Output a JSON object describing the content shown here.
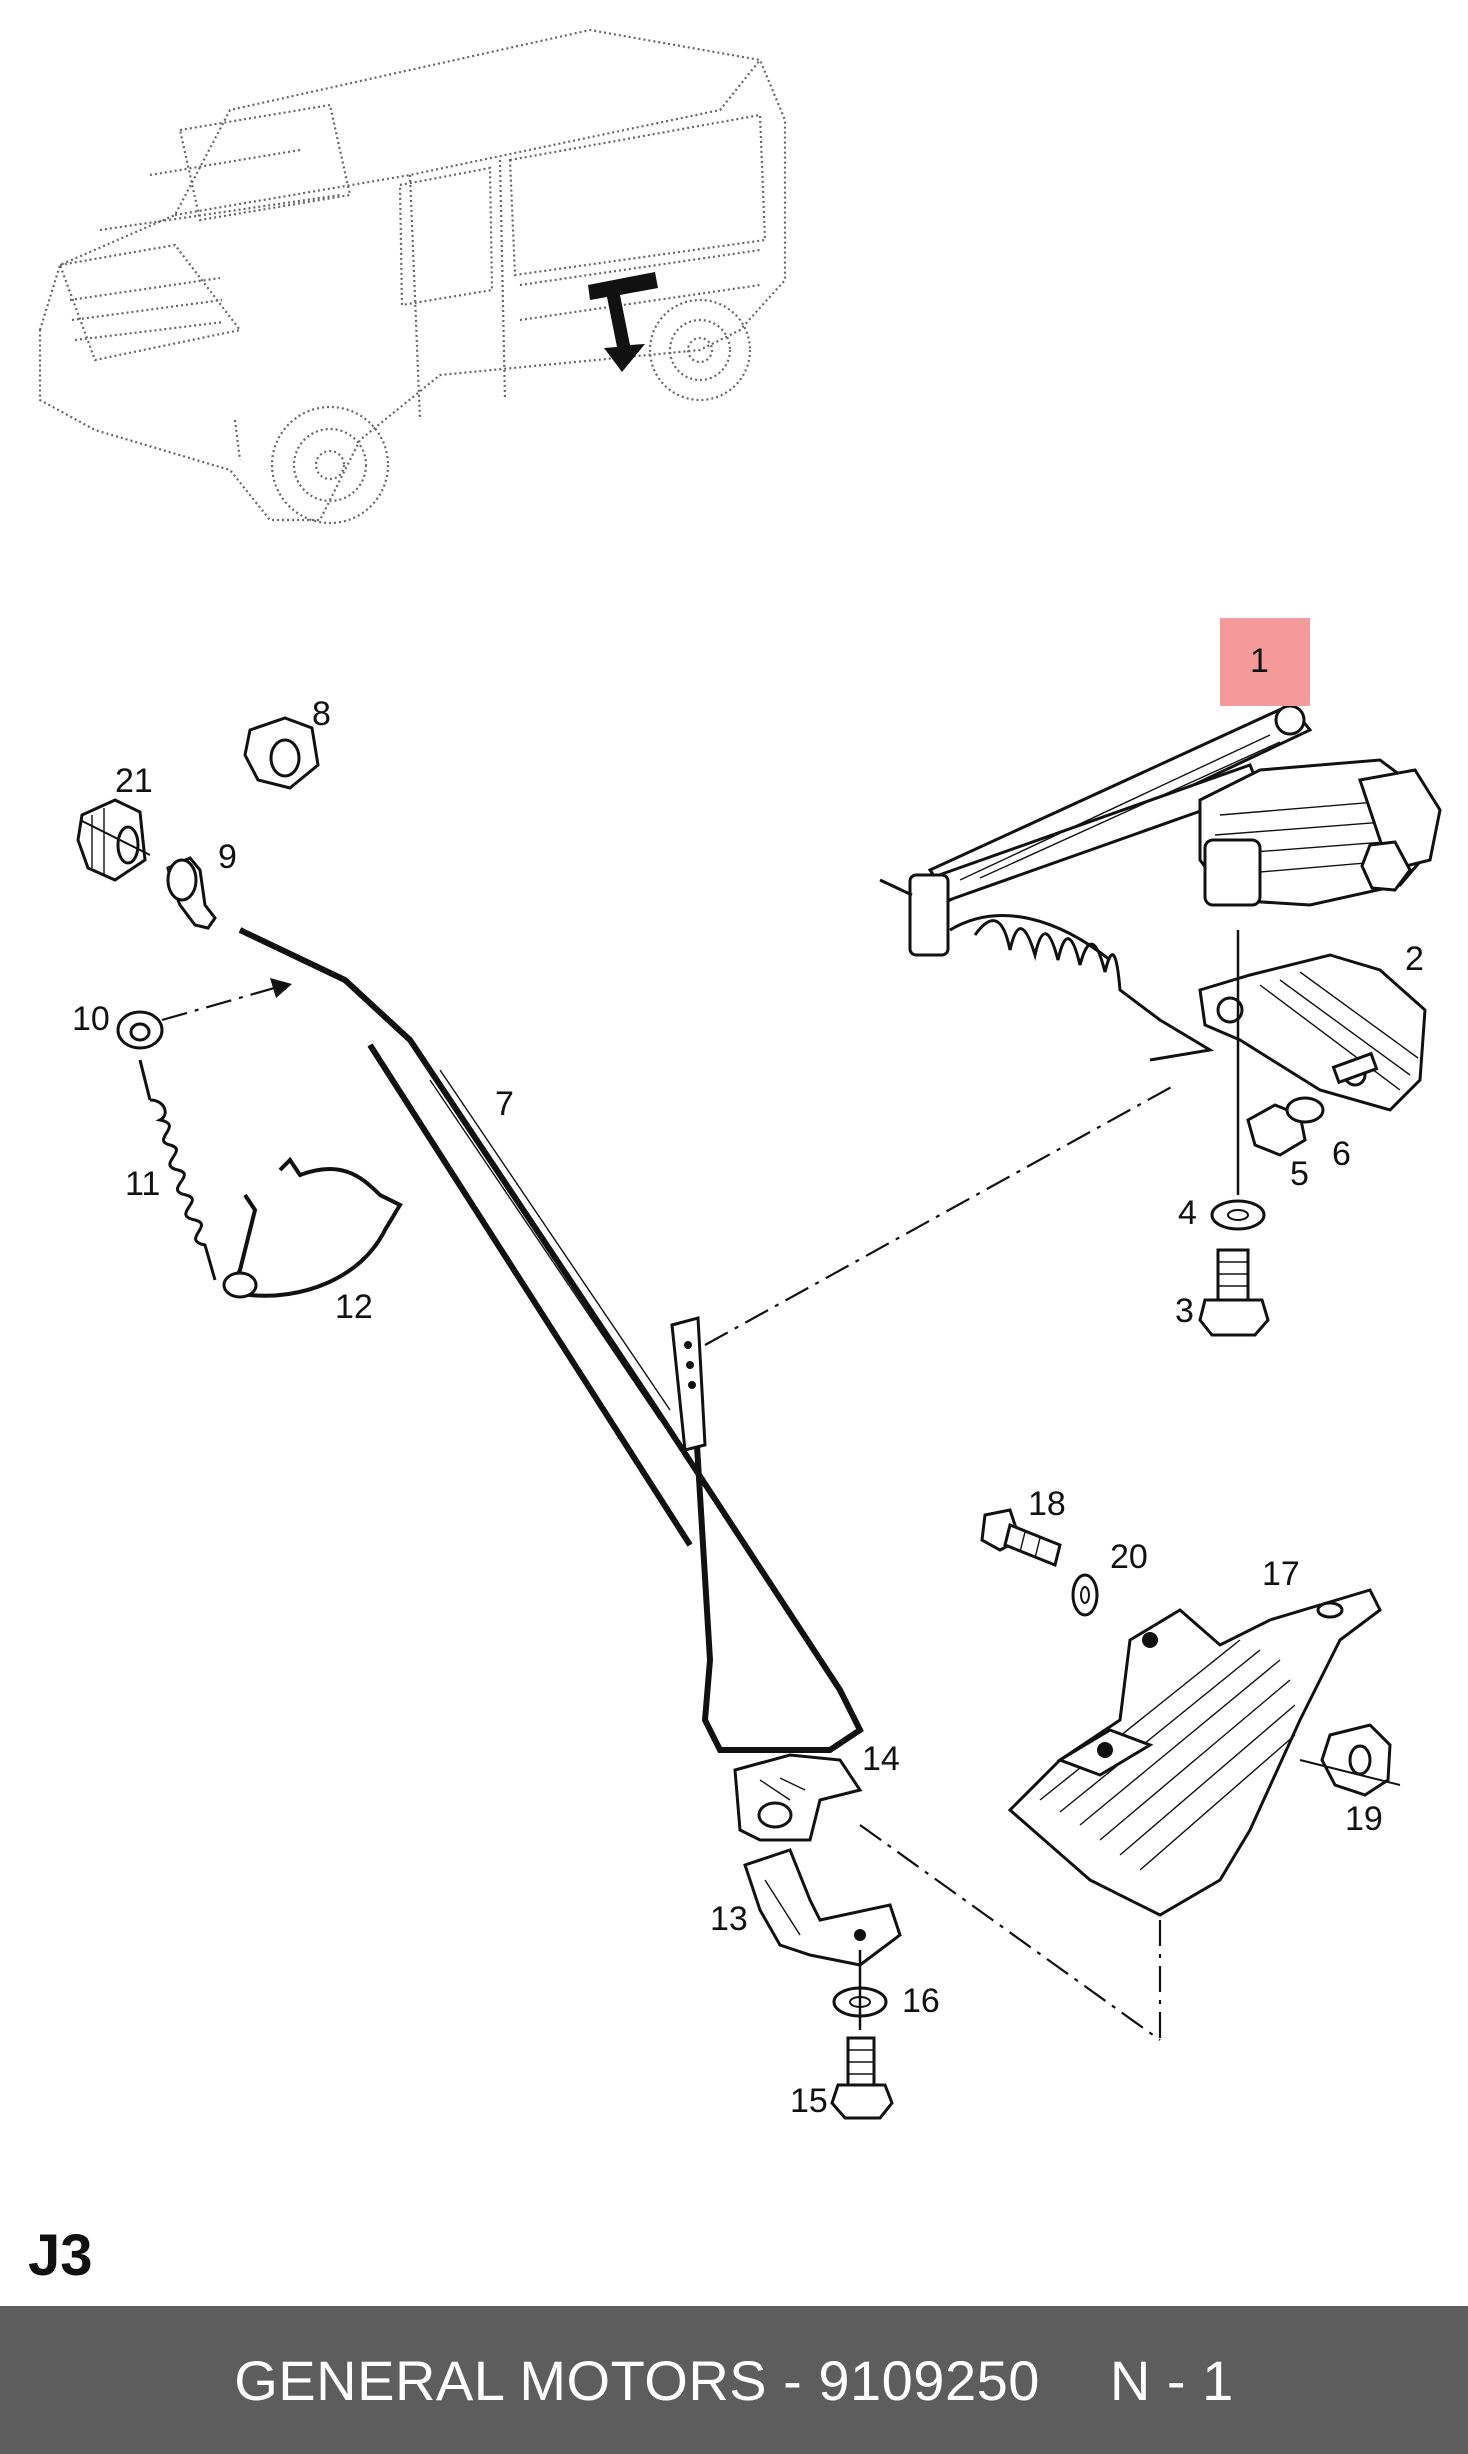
{
  "callouts": [
    "1",
    "2",
    "3",
    "4",
    "5",
    "6",
    "7",
    "8",
    "9",
    "10",
    "11",
    "12",
    "13",
    "14",
    "15",
    "16",
    "17",
    "18",
    "19",
    "20",
    "21"
  ],
  "highlighted_part": "1",
  "highlight_color": "#f59a9a",
  "section_code": "J3",
  "footer": {
    "brand_part": "GENERAL MOTORS - 9109250",
    "quantity": "N - 1",
    "background_color": "#5d5d5d"
  }
}
